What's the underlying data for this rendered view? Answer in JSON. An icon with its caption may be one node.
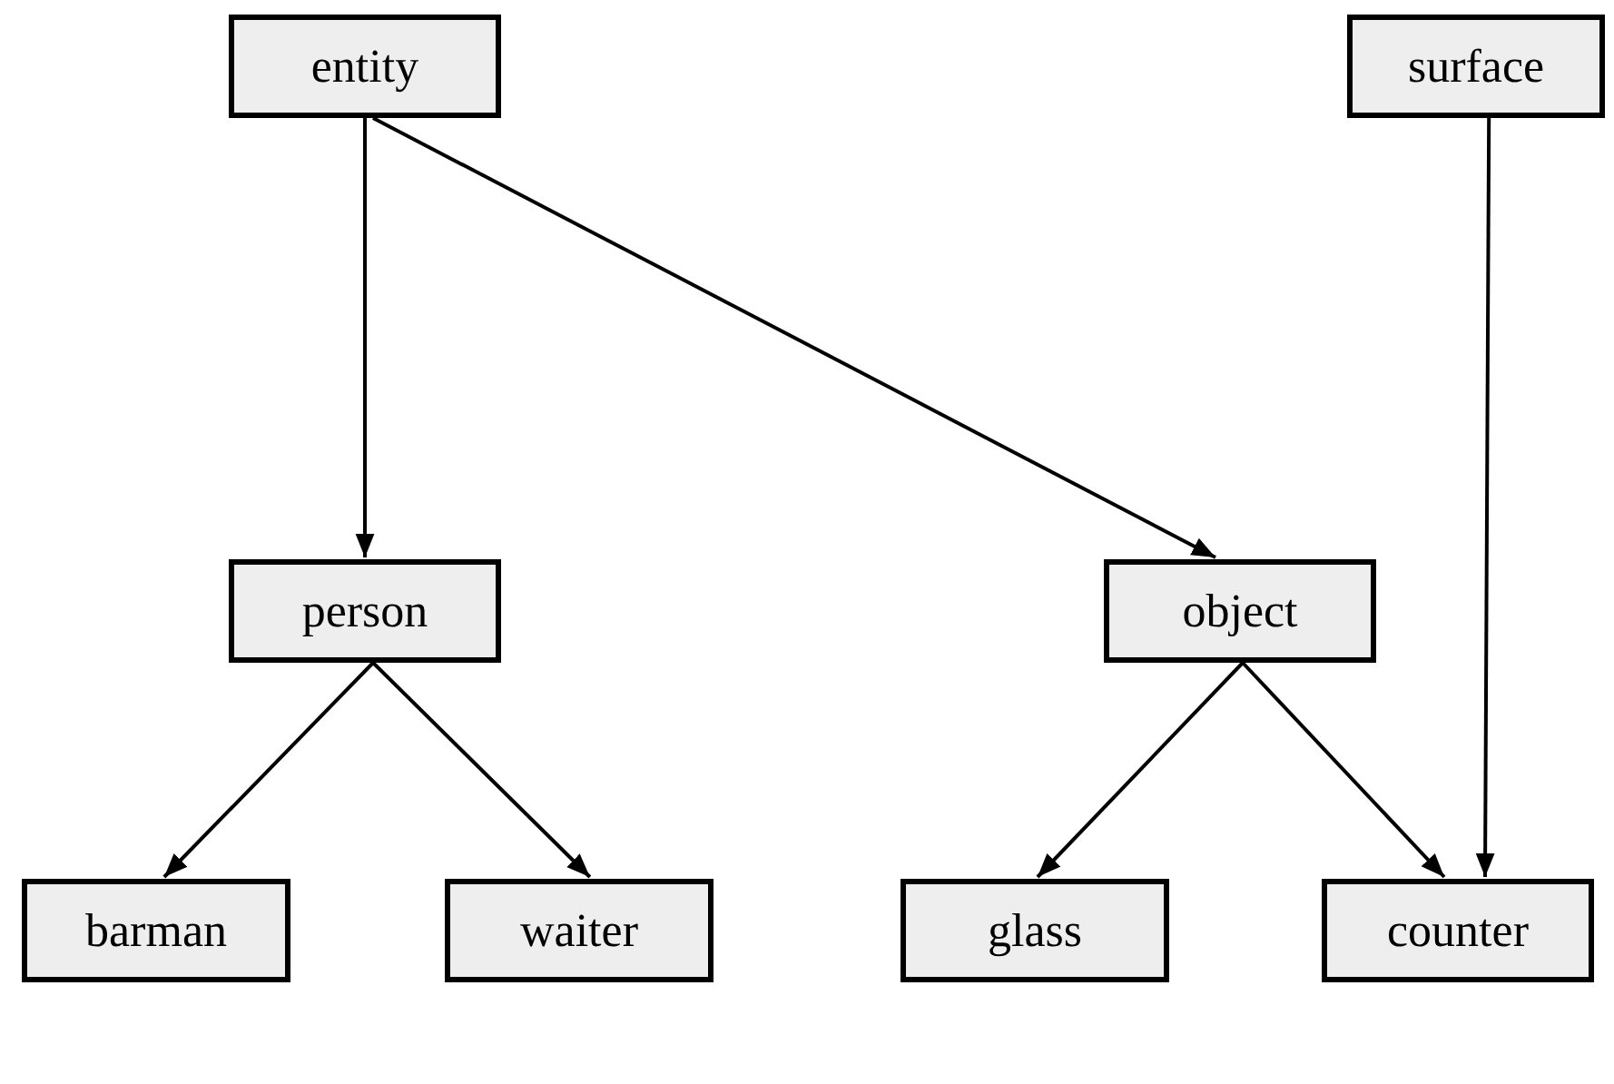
{
  "diagram": {
    "nodes": [
      {
        "text": [
          "entity"
        ]
      },
      {
        "text": [
          "surface"
        ]
      },
      {
        "text": [
          "person"
        ]
      },
      {
        "text": [
          "object"
        ]
      },
      {
        "text": [
          "barman"
        ]
      },
      {
        "text": [
          "waiter"
        ]
      },
      {
        "text": [
          "glass"
        ]
      },
      {
        "text": [
          "counter"
        ]
      }
    ],
    "edges": [
      {
        "from": 0,
        "to": 2,
        "arrow": "to"
      },
      {
        "from": 0,
        "to": 3,
        "arrow": "to"
      },
      {
        "from": 1,
        "to": 7,
        "arrow": "to"
      },
      {
        "from": 2,
        "to": 4,
        "arrow": "to"
      },
      {
        "from": 2,
        "to": 5,
        "arrow": "to"
      },
      {
        "from": 3,
        "to": 6,
        "arrow": "to"
      },
      {
        "from": 3,
        "to": 7,
        "arrow": "to"
      }
    ]
  }
}
